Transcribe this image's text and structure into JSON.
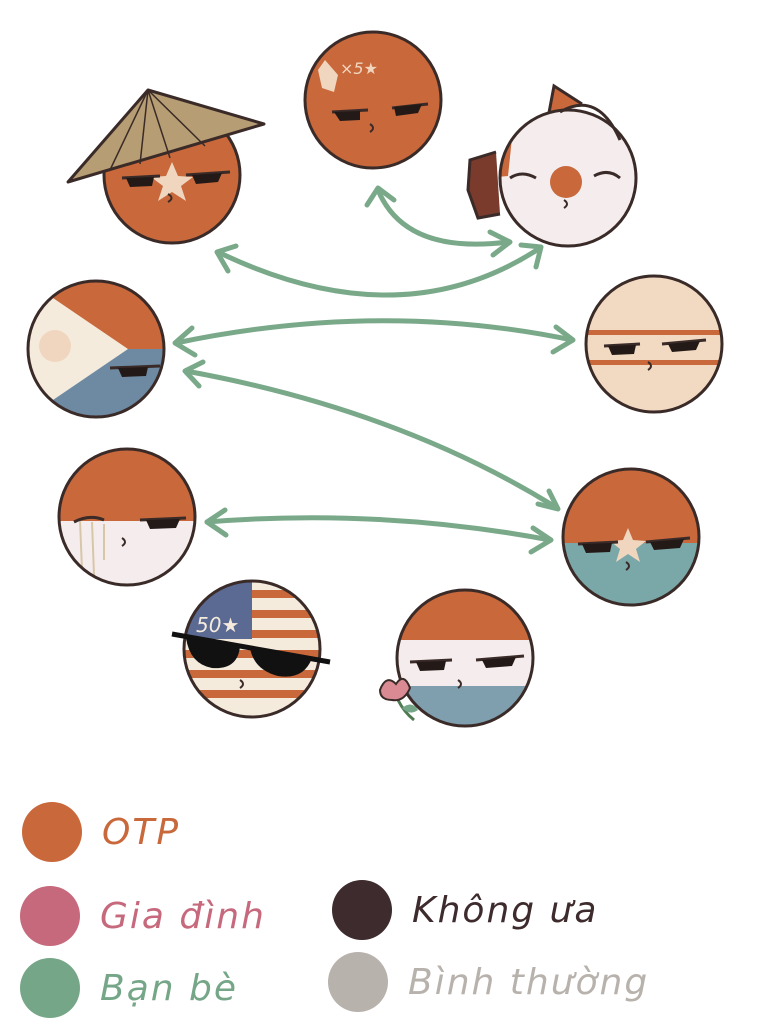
{
  "colors": {
    "otp": "#c8683b",
    "family": "#c6697c",
    "friends": "#76a688",
    "dislike": "#3d2b2d",
    "neutral": "#b8b2ad",
    "outline": "#3a2b28",
    "arrow": "#7aa98a"
  },
  "legend": [
    {
      "key": "otp",
      "label": "OTP",
      "color": "#c8683b"
    },
    {
      "key": "family",
      "label": "Gia đình",
      "color": "#c6697c"
    },
    {
      "key": "dislike",
      "label": "Không ưa",
      "color": "#3d2b2d"
    },
    {
      "key": "friends",
      "label": "Bạn bè",
      "color": "#76a688"
    },
    {
      "key": "neutral",
      "label": "Bình thường",
      "color": "#b8b2ad"
    }
  ],
  "balls": [
    {
      "id": "ball-vietnam-hat",
      "accessory": "conical-hat"
    },
    {
      "id": "ball-china",
      "text": "×5★"
    },
    {
      "id": "ball-japan-cat",
      "accessory": "cat-ears"
    },
    {
      "id": "ball-philippines"
    },
    {
      "id": "ball-thailand"
    },
    {
      "id": "ball-indonesia"
    },
    {
      "id": "ball-vietnam-star"
    },
    {
      "id": "ball-usa",
      "text": "50★",
      "accessory": "sunglasses"
    },
    {
      "id": "ball-russia",
      "accessory": "flower"
    }
  ],
  "relations": [
    {
      "from": "ball-china",
      "to": "ball-japan-cat",
      "type": "friends"
    },
    {
      "from": "ball-vietnam-hat",
      "to": "ball-japan-cat",
      "type": "friends"
    },
    {
      "from": "ball-philippines",
      "to": "ball-thailand",
      "type": "friends"
    },
    {
      "from": "ball-philippines",
      "to": "ball-vietnam-star",
      "type": "friends"
    },
    {
      "from": "ball-indonesia",
      "to": "ball-vietnam-star",
      "type": "friends"
    }
  ]
}
